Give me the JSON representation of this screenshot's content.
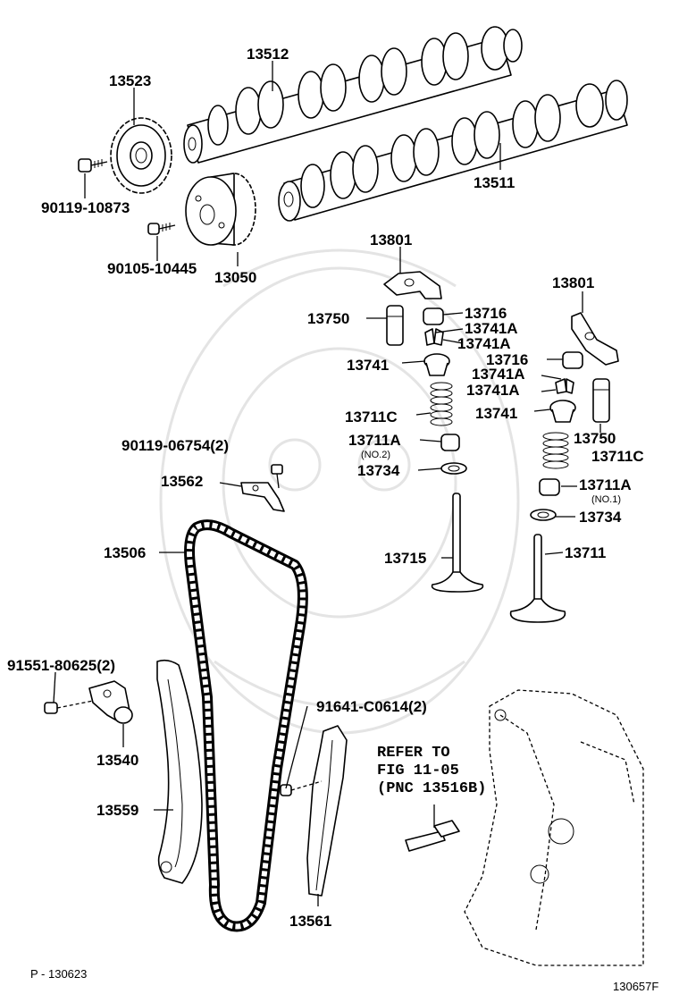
{
  "labels": {
    "p13512": "13512",
    "p13523": "13523",
    "p90119_10873": "90119-10873",
    "p13511": "13511",
    "p90105_10445": "90105-10445",
    "p13050": "13050",
    "p13801_a": "13801",
    "p13801_b": "13801",
    "p13750_a": "13750",
    "p13716_a": "13716",
    "p13741A_a": "13741A",
    "p13741A_b": "13741A",
    "p13741_a": "13741",
    "p13716_b": "13716",
    "p13741A_c": "13741A",
    "p13741A_d": "13741A",
    "p13741_b": "13741",
    "p13711C_a": "13711C",
    "p13750_b": "13750",
    "p90119_06754": "90119-06754(2)",
    "p13711A_a": "13711A",
    "no2": "(NO.2)",
    "p13711C_b": "13711C",
    "p13734_a": "13734",
    "p13562": "13562",
    "p13711A_b": "13711A",
    "no1": "(NO.1)",
    "p13734_b": "13734",
    "p13506": "13506",
    "p13715": "13715",
    "p13711": "13711",
    "p91551": "91551-80625(2)",
    "p91641": "91641-C0614(2)",
    "p13540": "13540",
    "refer1": "REFER TO",
    "refer2": "FIG 11-05",
    "refer3": "(PNC 13516B)",
    "p13559": "13559",
    "p13561": "13561",
    "footer_left": "P - 130623",
    "footer_right": "130657F"
  }
}
